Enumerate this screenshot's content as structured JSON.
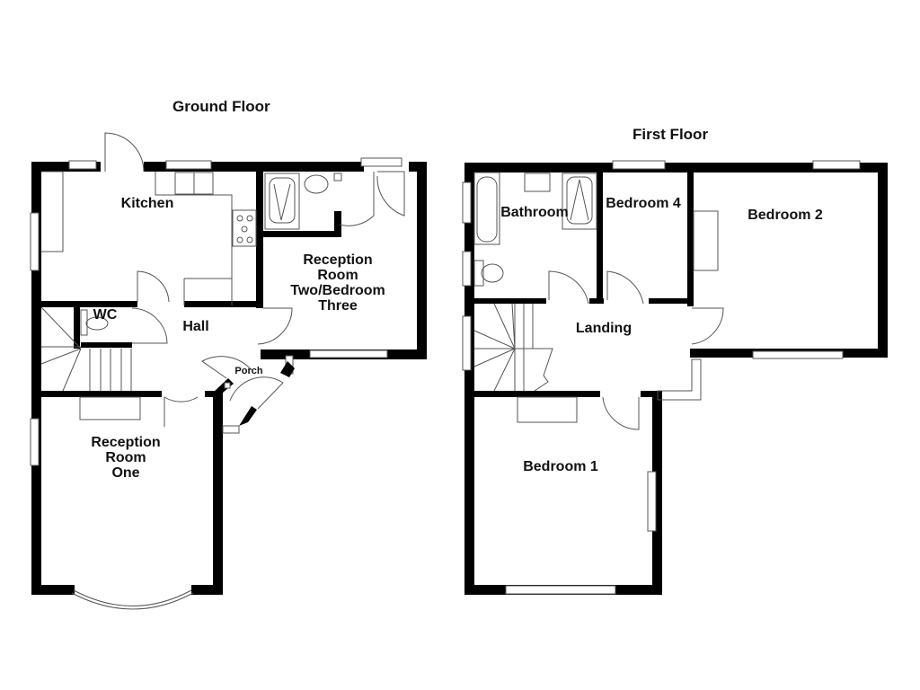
{
  "floors": [
    {
      "title": "Ground Floor",
      "rooms": [
        {
          "name": "Kitchen"
        },
        {
          "name": "WC"
        },
        {
          "name": "Hall"
        },
        {
          "name": "Reception\nRoom\nTwo/Bedroom\nThree"
        },
        {
          "name": "Porch"
        },
        {
          "name": "Reception\nRoom\nOne"
        }
      ]
    },
    {
      "title": "First Floor",
      "rooms": [
        {
          "name": "Bathroom"
        },
        {
          "name": "Bedroom 4"
        },
        {
          "name": "Bedroom 2"
        },
        {
          "name": "Landing"
        },
        {
          "name": "Bedroom 1"
        }
      ]
    }
  ],
  "colors": {
    "wall": "#000000",
    "fixture_line": "#555555",
    "background": "#ffffff"
  }
}
